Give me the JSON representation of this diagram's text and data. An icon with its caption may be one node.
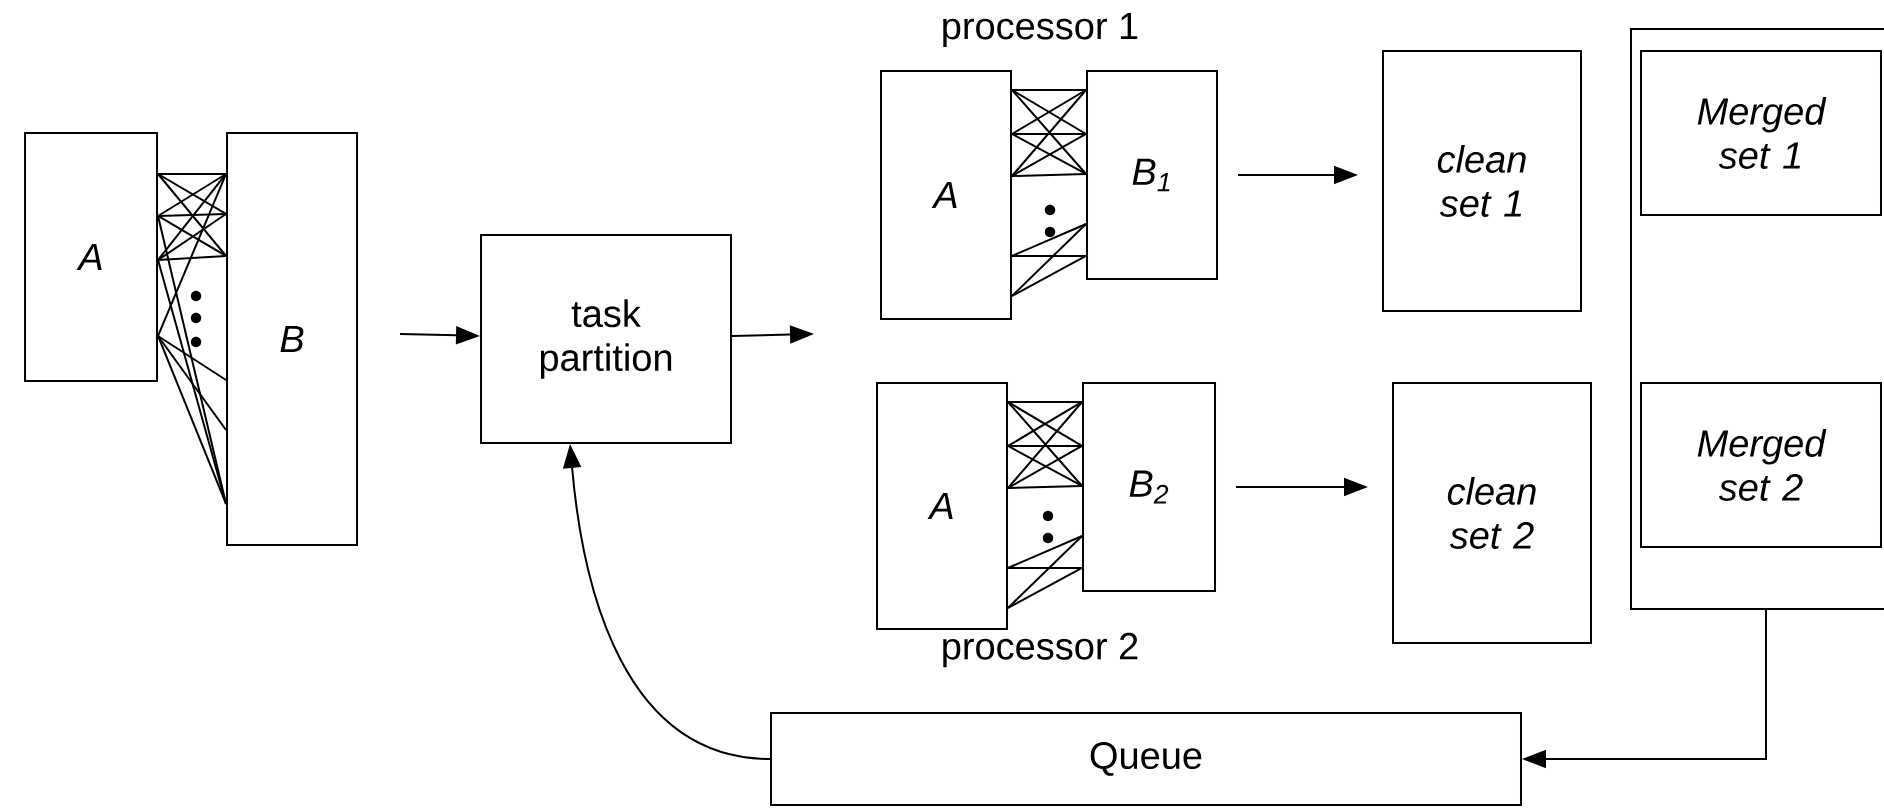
{
  "diagram": {
    "nodes": [
      {
        "text": [
          "A"
        ]
      },
      {
        "text": [
          "B"
        ]
      },
      {
        "text": [
          "task partition"
        ]
      },
      {
        "text": [
          "A"
        ]
      },
      {
        "text": [
          "B$_{1}$"
        ]
      },
      {
        "text": [
          "clean set 1"
        ]
      },
      {
        "text": [
          "A"
        ]
      },
      {
        "text": [
          "B$_{2}$"
        ]
      },
      {
        "text": [
          "clean set 2"
        ]
      },
      {
        "text": [],
        "shape": "box"
      },
      {
        "text": [
          "Merged set 1"
        ],
        "in": 9
      },
      {
        "text": [
          "Merged set 2"
        ],
        "in": 9
      },
      {
        "text": [
          "Queue"
        ]
      }
    ],
    "edges": [
      {
        "from": null,
        "to": 2,
        "arrow": "to"
      },
      {
        "from": 2,
        "to": null,
        "arrow": "to"
      },
      {
        "from": 4,
        "to": 5,
        "arrow": "to"
      },
      {
        "from": 7,
        "to": 8,
        "arrow": "to"
      },
      {
        "from": 9,
        "to": 12,
        "arrow": "to"
      },
      {
        "from": 12,
        "to": 2,
        "arrow": "to"
      },
      {
        "from": 0,
        "to": 1,
        "arrow": "none"
      },
      {
        "from": 0,
        "to": 1,
        "arrow": "none"
      },
      {
        "from": 0,
        "to": 1,
        "arrow": "none"
      },
      {
        "from": 0,
        "to": 1,
        "arrow": "none"
      },
      {
        "from": 0,
        "to": 1,
        "arrow": "none"
      },
      {
        "from": 0,
        "to": 1,
        "arrow": "none"
      },
      {
        "from": 0,
        "to": 1,
        "arrow": "none"
      },
      {
        "from": 0,
        "to": 1,
        "arrow": "none"
      },
      {
        "from": 0,
        "to": 1,
        "arrow": "none"
      },
      {
        "from": 0,
        "to": 1,
        "arrow": "none"
      },
      {
        "from": 0,
        "to": 1,
        "arrow": "none"
      },
      {
        "from": 0,
        "to": 1,
        "arrow": "none"
      },
      {
        "from": 0,
        "to": 1,
        "arrow": "none"
      },
      {
        "from": 0,
        "to": 1,
        "arrow": "none"
      },
      {
        "from": 0,
        "to": 1,
        "arrow": "none"
      },
      {
        "from": 3,
        "to": 4,
        "arrow": "none"
      },
      {
        "from": 3,
        "to": 4,
        "arrow": "none"
      },
      {
        "from": 3,
        "to": 4,
        "arrow": "none"
      },
      {
        "from": 3,
        "to": 4,
        "arrow": "none"
      },
      {
        "from": 3,
        "to": 4,
        "arrow": "none"
      },
      {
        "from": 3,
        "to": 4,
        "arrow": "none"
      },
      {
        "from": 3,
        "to": 4,
        "arrow": "none"
      },
      {
        "from": 3,
        "to": 4,
        "arrow": "none"
      },
      {
        "from": 3,
        "to": 4,
        "arrow": "none"
      },
      {
        "from": 3,
        "to": 4,
        "arrow": "none"
      },
      {
        "from": 3,
        "to": 4,
        "arrow": "none"
      },
      {
        "from": 3,
        "to": 4,
        "arrow": "none"
      },
      {
        "from": 3,
        "to": 4,
        "arrow": "none"
      },
      {
        "from": 6,
        "to": 7,
        "arrow": "none"
      },
      {
        "from": 6,
        "to": 7,
        "arrow": "none"
      },
      {
        "from": 6,
        "to": 7,
        "arrow": "none"
      },
      {
        "from": 6,
        "to": 7,
        "arrow": "none"
      },
      {
        "from": 6,
        "to": 7,
        "arrow": "none"
      },
      {
        "from": 6,
        "to": 7,
        "arrow": "none"
      },
      {
        "from": 6,
        "to": 7,
        "arrow": "none"
      },
      {
        "from": 6,
        "to": 7,
        "arrow": "none"
      },
      {
        "from": 6,
        "to": 7,
        "arrow": "none"
      },
      {
        "from": 6,
        "to": 7,
        "arrow": "none"
      },
      {
        "from": 6,
        "to": 7,
        "arrow": "none"
      },
      {
        "from": 6,
        "to": 7,
        "arrow": "none"
      },
      {
        "from": 6,
        "to": 7,
        "arrow": "none"
      }
    ],
    "labels": [
      "processor 1",
      "processor 2"
    ]
  }
}
